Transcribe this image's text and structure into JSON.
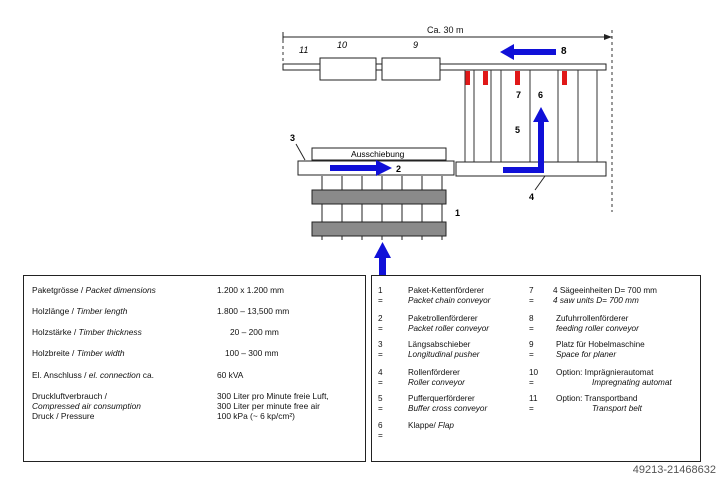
{
  "diagram": {
    "length_label": "Ca. 30 m",
    "station_11": "11",
    "station_10": "10",
    "station_9": "9",
    "station_8": "8",
    "station_7": "7",
    "station_6": "6",
    "station_5": "5",
    "station_4": "4",
    "station_3": "3",
    "station_2": "2",
    "station_1": "1",
    "pusher_label": "Ausschiebung",
    "colors": {
      "arrow": "#1010d8",
      "saw": "#e01818",
      "conveyor": "#8a8a8a"
    }
  },
  "specs": [
    {
      "label": "Paketgrösse / ",
      "label_en": "Packet dimensions",
      "value": "1.200  x     1.200 mm"
    },
    {
      "label": "Holzlänge / ",
      "label_en": "Timber length",
      "value": "1.800  –  13,500 mm"
    },
    {
      "label": "Holzstärke / ",
      "label_en": "Timber thickness",
      "value": "20   –     200 mm"
    },
    {
      "label": "Holzbreite / ",
      "label_en": "Timber width",
      "value": "100   –     300 mm"
    },
    {
      "label": "El. Anschluss / ",
      "label_en": "el. connection",
      "label_suffix": " ca.",
      "value": "60 kVA"
    }
  ],
  "air": {
    "label_line1": "Druckluftverbrauch /",
    "label_line2": "Compressed air consumption",
    "label_line3": "Druck / Pressure",
    "value_line1": "300 Liter pro Minute freie Luft,",
    "value_line2": "300 Liter per minute free air",
    "value_line3": "100 kPa (~ 6 kp/cm²)"
  },
  "legend": [
    {
      "num": "1 =",
      "de": "Paket-Kettenförderer",
      "en": "Packet chain conveyor"
    },
    {
      "num": "2 =",
      "de": "Paketrollenförderer",
      "en": "Packet roller conveyor"
    },
    {
      "num": "3 =",
      "de": "Längsabschieber",
      "en": "Longitudinal pusher"
    },
    {
      "num": "4 =",
      "de": "Rollenförderer",
      "en": "Roller conveyor"
    },
    {
      "num": "5 =",
      "de": "Pufferquerförderer",
      "en": "Buffer cross conveyor"
    },
    {
      "num": "6 =",
      "de": "Klappe/ ",
      "en": "Flap"
    },
    {
      "num": "7 =",
      "de": "4 Sägeeinheiten D= 700 mm",
      "en": "4 saw units D= 700 mm"
    },
    {
      "num": "8 =",
      "de": "Zufuhrrollenförderer",
      "en": "feeding roller conveyor"
    },
    {
      "num": "9 =",
      "de": "Platz für Hobelmaschine",
      "en": "Space for planer"
    },
    {
      "num": "10 =",
      "de": "Option: Imprägnierautomat",
      "en": "Impregnating automat"
    },
    {
      "num": "11 =",
      "de": "Option: Transportband",
      "en": "Transport belt"
    }
  ],
  "watermark": "49213-21468632"
}
